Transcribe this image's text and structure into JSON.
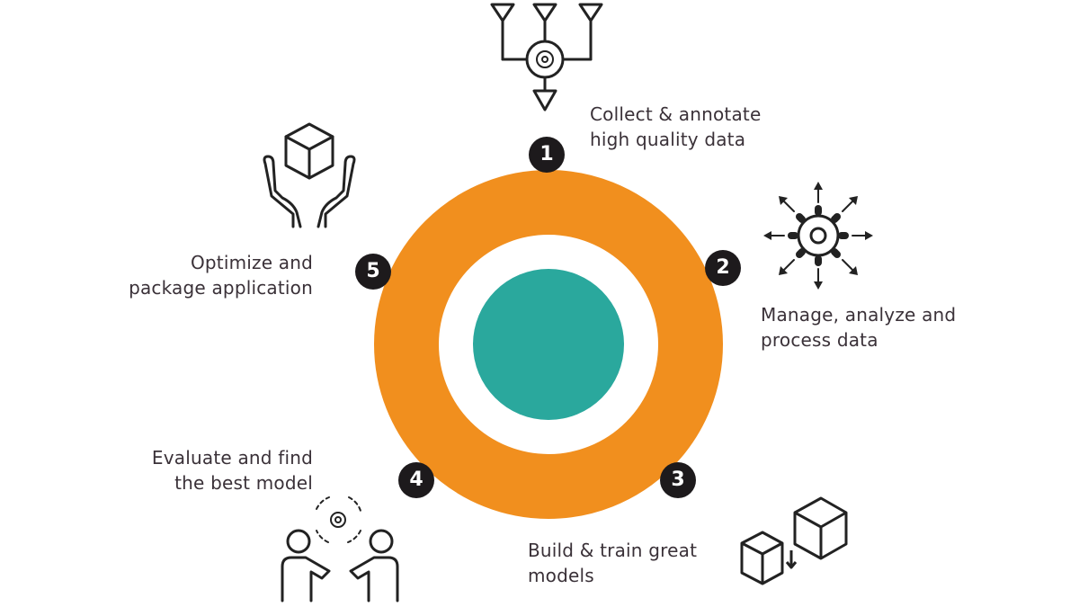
{
  "colors": {
    "ring": "#f18f1e",
    "core": "#2aa89d",
    "badge": "#1d1a1c",
    "icon_stroke": "#222222",
    "text": "#3a3138"
  },
  "steps": [
    {
      "number": "1",
      "lines": [
        "Collect & annotate",
        "high quality data"
      ],
      "icon": "data-pipeline-gear-icon"
    },
    {
      "number": "2",
      "lines": [
        "Manage, analyze and",
        "process data"
      ],
      "icon": "gear-arrows-icon"
    },
    {
      "number": "3",
      "lines": [
        "Build & train great",
        "models"
      ],
      "icon": "building-blocks-icon"
    },
    {
      "number": "4",
      "lines": [
        "Evaluate and find",
        "the best model"
      ],
      "icon": "collaborating-people-icon"
    },
    {
      "number": "5",
      "lines": [
        "Optimize and",
        "package application"
      ],
      "icon": "hands-holding-cube-icon"
    }
  ]
}
